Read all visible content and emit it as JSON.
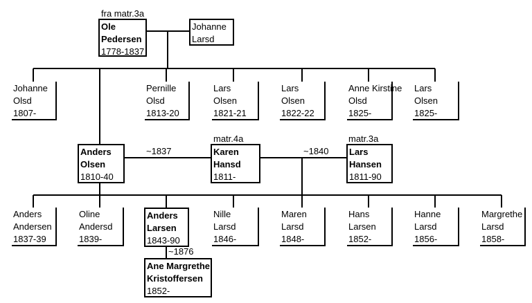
{
  "people": {
    "ole": {
      "lines": [
        "Ole",
        "Pedersen",
        "1778-1837"
      ],
      "bold_lines": 2
    },
    "johanne_l": {
      "lines": [
        "Johanne",
        "Larsd"
      ],
      "bold_lines": 0
    },
    "johanne_o": {
      "lines": [
        "Johanne",
        "Olsd",
        "1807-"
      ],
      "bold_lines": 0
    },
    "pernille": {
      "lines": [
        "Pernille",
        "Olsd",
        "1813-20"
      ],
      "bold_lines": 0
    },
    "lars1": {
      "lines": [
        "Lars",
        "Olsen",
        "1821-21"
      ],
      "bold_lines": 0
    },
    "lars2": {
      "lines": [
        "Lars",
        "Olsen",
        "1822-22"
      ],
      "bold_lines": 0
    },
    "annek": {
      "lines": [
        "Anne Kirstine",
        "Olsd",
        "1825-"
      ],
      "bold_lines": 0
    },
    "lars3": {
      "lines": [
        "Lars",
        "Olsen",
        "1825-"
      ],
      "bold_lines": 0
    },
    "anders_o": {
      "lines": [
        "Anders",
        "Olsen",
        "1810-40"
      ],
      "bold_lines": 2
    },
    "karen": {
      "lines": [
        "Karen",
        "Hansd",
        "1811-"
      ],
      "bold_lines": 2
    },
    "lars_h": {
      "lines": [
        "Lars",
        "Hansen",
        "1811-90"
      ],
      "bold_lines": 2
    },
    "anders_a": {
      "lines": [
        "Anders",
        "Andersen",
        "1837-39"
      ],
      "bold_lines": 0
    },
    "oline": {
      "lines": [
        "Oline",
        "Andersd",
        "1839-"
      ],
      "bold_lines": 0
    },
    "anders_l": {
      "lines": [
        "Anders",
        "Larsen",
        "1843-90"
      ],
      "bold_lines": 2
    },
    "nille": {
      "lines": [
        "Nille",
        "Larsd",
        "1846-"
      ],
      "bold_lines": 0
    },
    "maren": {
      "lines": [
        "Maren",
        "Larsd",
        "1848-"
      ],
      "bold_lines": 0
    },
    "hans": {
      "lines": [
        "Hans",
        "Larsen",
        "1852-"
      ],
      "bold_lines": 0
    },
    "hanne": {
      "lines": [
        "Hanne",
        "Larsd",
        "1856-"
      ],
      "bold_lines": 0
    },
    "margrethe": {
      "lines": [
        "Margrethe",
        "Larsd",
        "1858-"
      ],
      "bold_lines": 0
    },
    "ane": {
      "lines": [
        "Ane Margrethe",
        "Kristoffersen",
        "1852-"
      ],
      "bold_lines": 2
    }
  },
  "notes": {
    "ole_ref": "fra matr.3a",
    "karen_ref": "matr.4a",
    "lars_ref": "matr.3a",
    "marriage_1837": "~1837",
    "marriage_1840": "~1840",
    "marriage_1876": "~1876"
  },
  "colors": {
    "line": "#000000",
    "background": "#ffffff"
  }
}
